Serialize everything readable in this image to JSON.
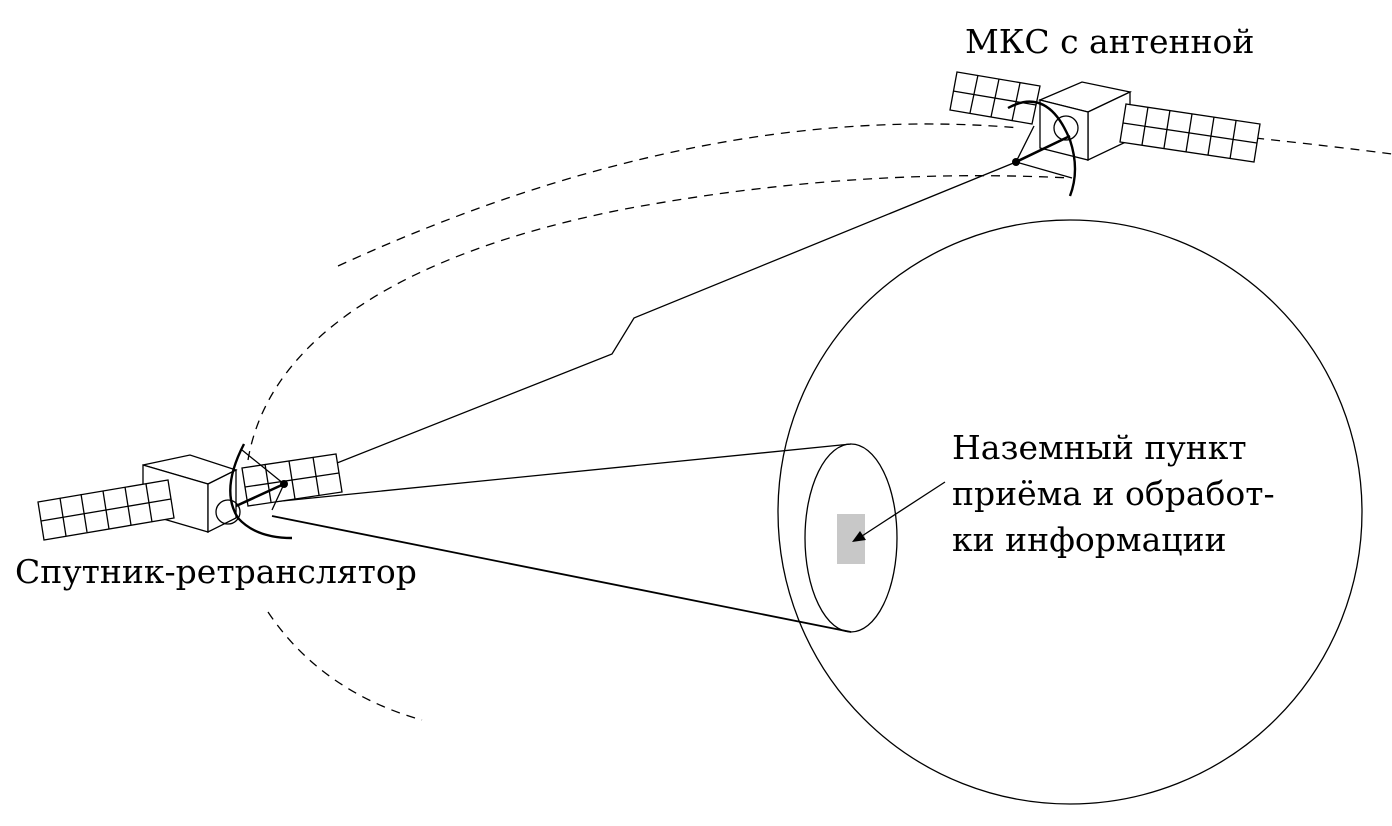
{
  "labels": {
    "iss": "МКС с антенной",
    "relay": "Спутник-ретранслятор",
    "ground_lines": [
      "Наземный пункт",
      "приёма и обработ-",
      "ки информации"
    ]
  },
  "colors": {
    "line": "#000000",
    "background": "#ffffff",
    "ground_station": "#c8c8c8"
  }
}
